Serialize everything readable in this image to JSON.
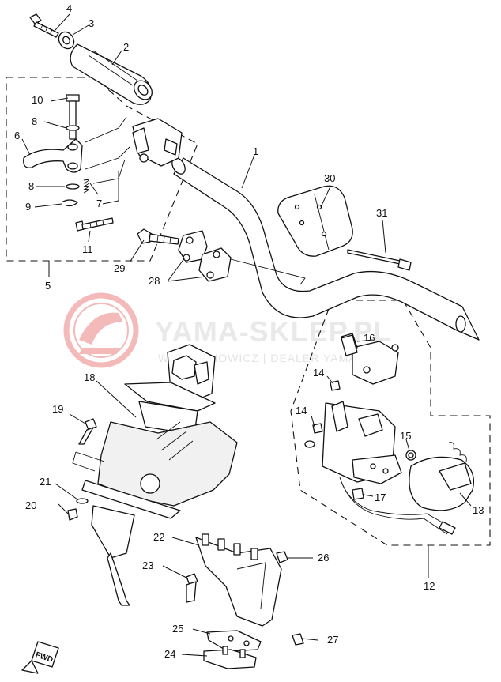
{
  "watermark": {
    "brand": "YAMA-SKLEP.PL",
    "sub": "WOJTECHOWICZ | DEALER YAMAHA",
    "accent_color": "#e03a3a"
  },
  "fwd_label": "FWD",
  "callouts": [
    {
      "id": "1",
      "label": "1"
    },
    {
      "id": "2",
      "label": "2"
    },
    {
      "id": "3",
      "label": "3"
    },
    {
      "id": "4",
      "label": "4"
    },
    {
      "id": "5",
      "label": "5"
    },
    {
      "id": "6",
      "label": "6"
    },
    {
      "id": "7",
      "label": "7"
    },
    {
      "id": "8a",
      "label": "8"
    },
    {
      "id": "8b",
      "label": "8"
    },
    {
      "id": "9",
      "label": "9"
    },
    {
      "id": "10",
      "label": "10"
    },
    {
      "id": "11",
      "label": "11"
    },
    {
      "id": "12",
      "label": "12"
    },
    {
      "id": "13",
      "label": "13"
    },
    {
      "id": "14a",
      "label": "14"
    },
    {
      "id": "14b",
      "label": "14"
    },
    {
      "id": "15",
      "label": "15"
    },
    {
      "id": "16",
      "label": "16"
    },
    {
      "id": "17",
      "label": "17"
    },
    {
      "id": "18",
      "label": "18"
    },
    {
      "id": "19",
      "label": "19"
    },
    {
      "id": "20",
      "label": "20"
    },
    {
      "id": "21",
      "label": "21"
    },
    {
      "id": "22",
      "label": "22"
    },
    {
      "id": "23",
      "label": "23"
    },
    {
      "id": "24",
      "label": "24"
    },
    {
      "id": "25",
      "label": "25"
    },
    {
      "id": "26",
      "label": "26"
    },
    {
      "id": "27",
      "label": "27"
    },
    {
      "id": "28",
      "label": "28"
    },
    {
      "id": "29",
      "label": "29"
    },
    {
      "id": "30",
      "label": "30"
    },
    {
      "id": "31",
      "label": "31"
    }
  ]
}
